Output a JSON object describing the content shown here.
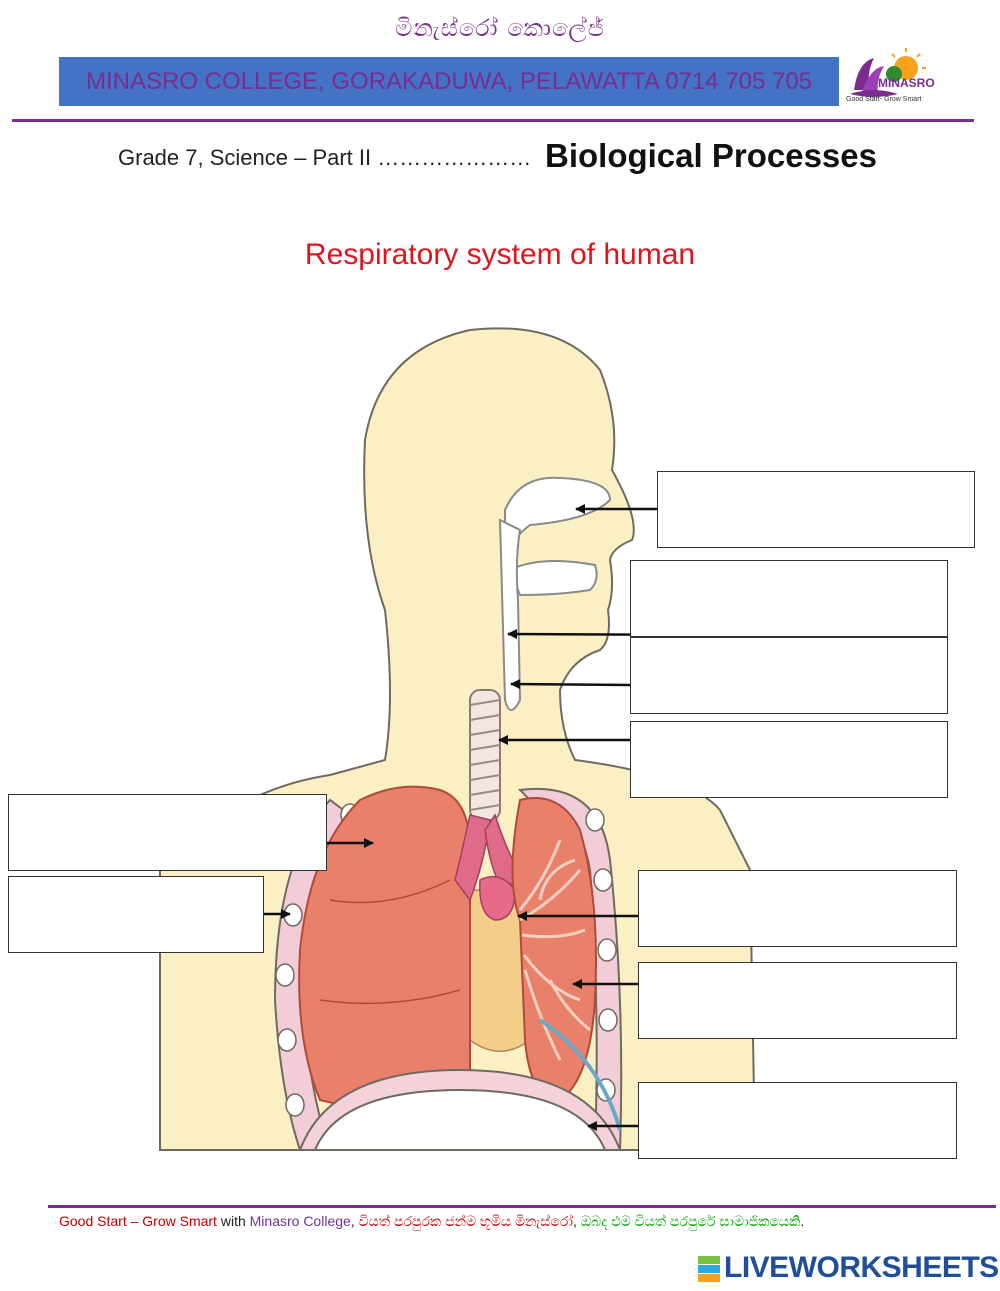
{
  "header": {
    "sinhala_title": "මිනැස්රෝ කොලේජ්",
    "banner_text": "MINASRO COLLEGE, GORAKADUWA, PELAWATTA 0714 705 705",
    "logo_name": "MINASRO",
    "logo_tagline": "Good Start- Grow Smart"
  },
  "subtitle": {
    "grade_text": "Grade 7, Science – Part II …………………",
    "topic": "Biological Processes"
  },
  "diagram": {
    "title": "Respiratory system of human",
    "label_boxes": 9
  },
  "footer": {
    "part1": "Good Start – Grow Smart",
    "part2": " with ",
    "part3": "Minasro College",
    "part4": ", ",
    "part5": "වියත් පරපුරක ජන්ම භූමිය මිනැස්රෝ",
    "part6": ", ",
    "part7": "ඔබද එම වියත් පරපුරේ සාමාජිකයෙකි",
    "part8": "."
  },
  "brand": {
    "liveworksheets": "LIVEWORKSHEETS"
  },
  "colors": {
    "purple": "#7b2c8f",
    "banner_blue": "#4472c4",
    "title_red": "#e0141e",
    "skin": "#fbf0c4",
    "lung": "#e9806a"
  }
}
